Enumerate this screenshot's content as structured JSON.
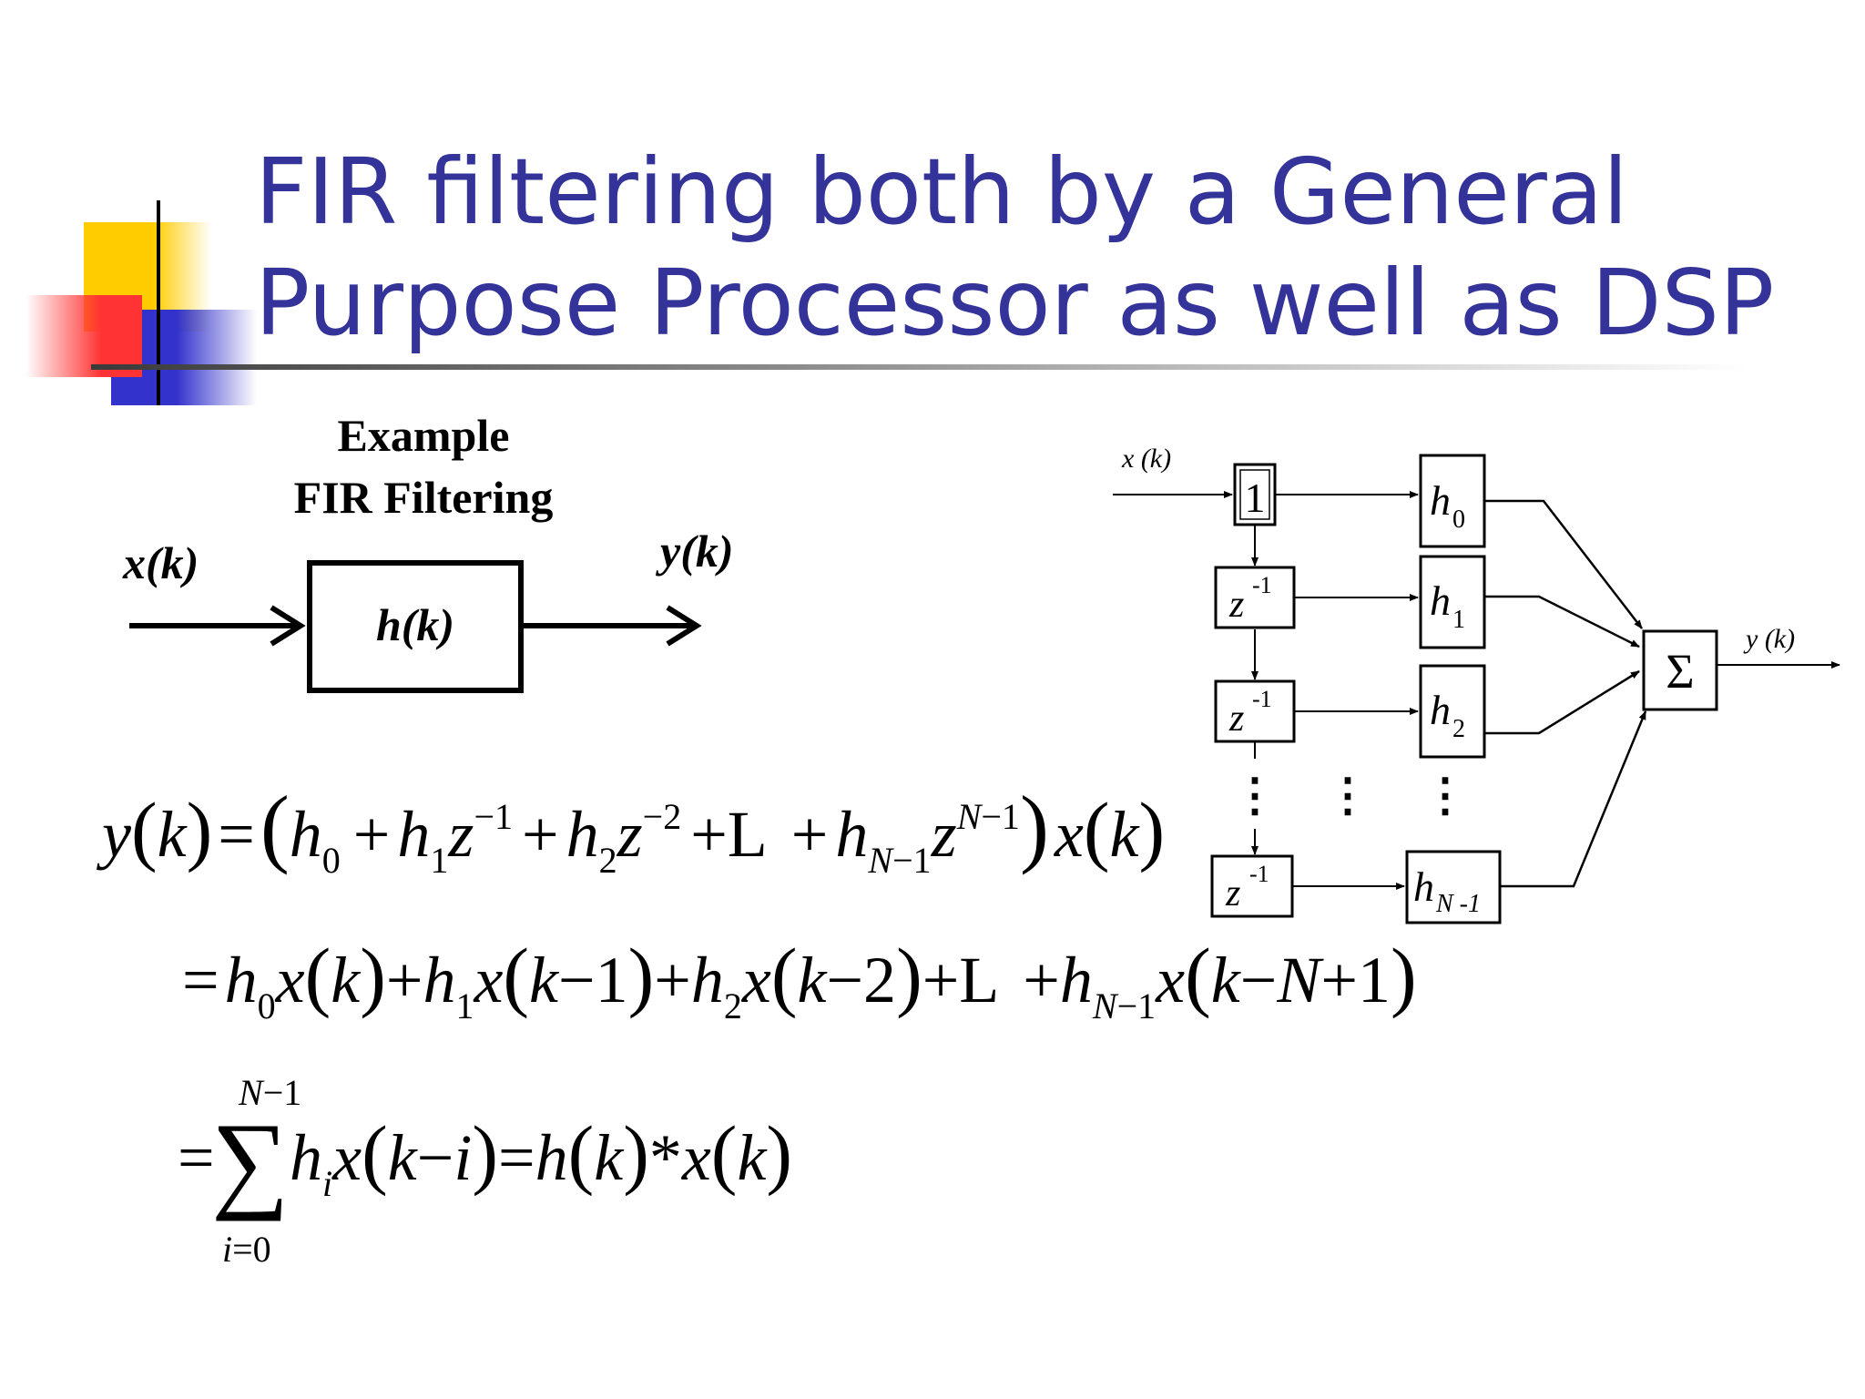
{
  "slide": {
    "title_line1": "FIR filtering both by a General",
    "title_line2": "Purpose Processor as well as DSP"
  },
  "theme": {
    "title_color": "#33339a",
    "deco_yellow": "#ffcc00",
    "deco_red": "#ff3333",
    "deco_blue": "#3333cc"
  },
  "block_diagram": {
    "heading_line1": "Example",
    "heading_line2": "FIR Filtering",
    "input_label": "x(k)",
    "block_label": "h(k)",
    "output_label": "y(k)"
  },
  "equations": {
    "line1": "y(k) = (h0 + h1z-1 + h2z-2 + L + hN-1zN-1) x(k)",
    "line2": "= h0x(k) + h1x(k-1) + h2x(k-2) + L + hN-1x(k-N+1)",
    "line3": "= Σ (i=0 to N-1) hi x(k-i) = h(k) * x(k)"
  },
  "fir_structure": {
    "input_label": "x (k)",
    "first_block": "1",
    "delay_label": "z",
    "delay_exponent": "-1",
    "coefficient_symbol": "h",
    "coefficients": [
      "0",
      "1",
      "2",
      "N -1"
    ],
    "sum_symbol": "Σ",
    "output_label": "y (k)",
    "ellipsis": "⋮"
  }
}
